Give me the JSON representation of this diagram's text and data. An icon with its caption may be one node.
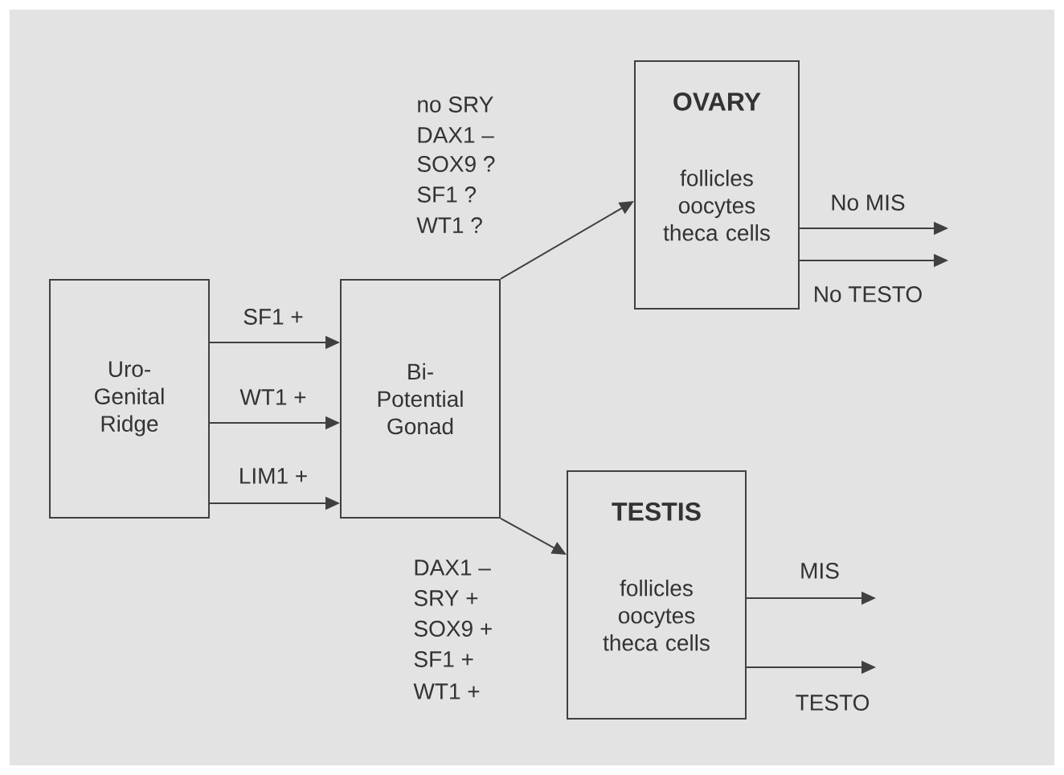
{
  "diagram": {
    "nodes": [
      {
        "text": [
          "Uro- Genital Ridge"
        ]
      },
      {
        "text": [
          "Bi- Potential Gonad"
        ]
      },
      {
        "text": [
          "OVARY",
          "follicles oocytes theca cells"
        ]
      },
      {
        "text": [
          "TESTIS",
          "follicles oocytes theca cells"
        ]
      }
    ],
    "edges": [
      {
        "from": 0,
        "to": 1,
        "arrow": "to",
        "label": "SF1 +"
      },
      {
        "from": 0,
        "to": 1,
        "arrow": "to",
        "label": "WT1 +"
      },
      {
        "from": 0,
        "to": 1,
        "arrow": "to",
        "label": "LIM1 +"
      },
      {
        "from": 1,
        "to": 2,
        "arrow": "to"
      },
      {
        "from": 1,
        "to": 3,
        "arrow": "to"
      },
      {
        "from": 2,
        "to": null,
        "arrow": "to",
        "label": "No MIS"
      },
      {
        "from": 2,
        "to": null,
        "arrow": "to",
        "label": "No TESTO"
      },
      {
        "from": 3,
        "to": null,
        "arrow": "to",
        "label": "MIS"
      },
      {
        "from": 3,
        "to": null,
        "arrow": "to",
        "label": "TESTO"
      }
    ],
    "labels": [
      "no SRY",
      "DAX1 –",
      "SOX9 ?",
      "SF1 ?",
      "WT1 ?",
      "DAX1 –",
      "SRY +",
      "SOX9 +",
      "SF1 +",
      "WT1 +"
    ]
  }
}
